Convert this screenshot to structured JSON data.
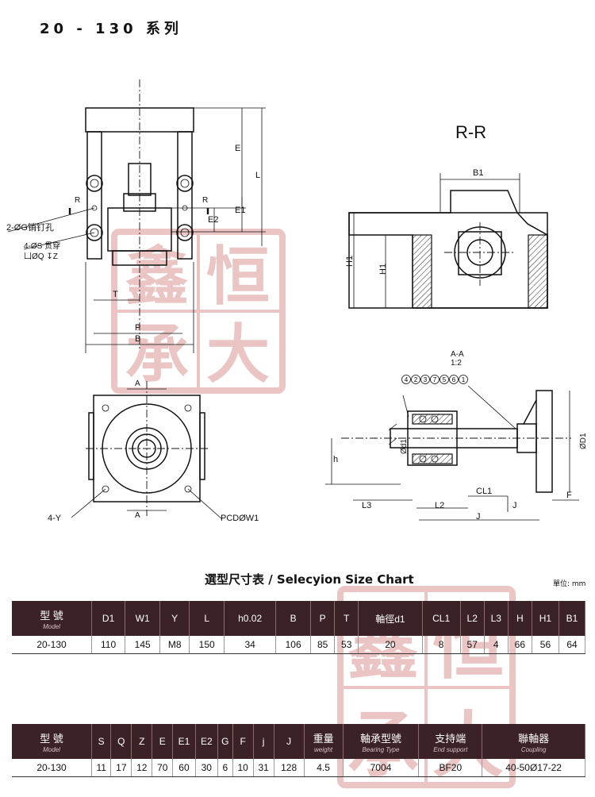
{
  "title": "20 - 130 系列",
  "drawing": {
    "labels": {
      "R_top": "R",
      "R_bottom": "R",
      "pin_hole": "2-ØG销钉孔",
      "tap_hole": "4-ØS 贯穿",
      "counterbore": "凵ØQ ↧Z",
      "T": "T",
      "P": "P",
      "B": "B",
      "E": "E",
      "L": "L",
      "E1": "E1",
      "E2": "E2",
      "RR": "R-R",
      "B1": "B1",
      "H1_outer": "H1",
      "H1_inner": "H1",
      "A_top": "A",
      "A_bottom": "A",
      "fourY": "4-Y",
      "pcd": "PCDØW1",
      "AA": "A-A",
      "scale": "1:2",
      "parts": [
        "4",
        "2",
        "3",
        "7",
        "5",
        "6",
        "1"
      ],
      "h": "h",
      "d1": "Ød1",
      "D1": "ØD1",
      "L3": "L3",
      "L2": "L2",
      "CL1": "CL1",
      "J_lower": "J",
      "J_right": "J",
      "F": "F"
    }
  },
  "chart": {
    "title": "選型尺寸表 / Selecyion Size Chart",
    "unit": "單位: mm"
  },
  "table1": {
    "model_cn": "型 號",
    "model_en": "Model",
    "headers": [
      "D1",
      "W1",
      "Y",
      "L",
      "h0.02",
      "B",
      "P",
      "T",
      "軸徑d1",
      "CL1",
      "L2",
      "L3",
      "H",
      "H1",
      "B1"
    ],
    "row": [
      "20-130",
      "110",
      "145",
      "M8",
      "150",
      "34",
      "106",
      "85",
      "53",
      "20",
      "8",
      "57",
      "4",
      "66",
      "56",
      "64"
    ]
  },
  "table2": {
    "model_cn": "型 號",
    "model_en": "Model",
    "headers": [
      "S",
      "Q",
      "Z",
      "E",
      "E1",
      "E2",
      "G",
      "F",
      "j",
      "J"
    ],
    "extra_headers": [
      {
        "cn": "重量",
        "en": "weight"
      },
      {
        "cn": "軸承型號",
        "en": "Bearing Type"
      },
      {
        "cn": "支持端",
        "en": "End support"
      },
      {
        "cn": "聯軸器",
        "en": "Coupling"
      }
    ],
    "row": [
      "20-130",
      "11",
      "17",
      "12",
      "70",
      "60",
      "30",
      "6",
      "10",
      "31",
      "128",
      "4.5",
      "7004",
      "BF20",
      "40-50Ø17-22"
    ]
  },
  "seal": {
    "chars": [
      "恒",
      "大",
      "鑫",
      "承"
    ]
  }
}
